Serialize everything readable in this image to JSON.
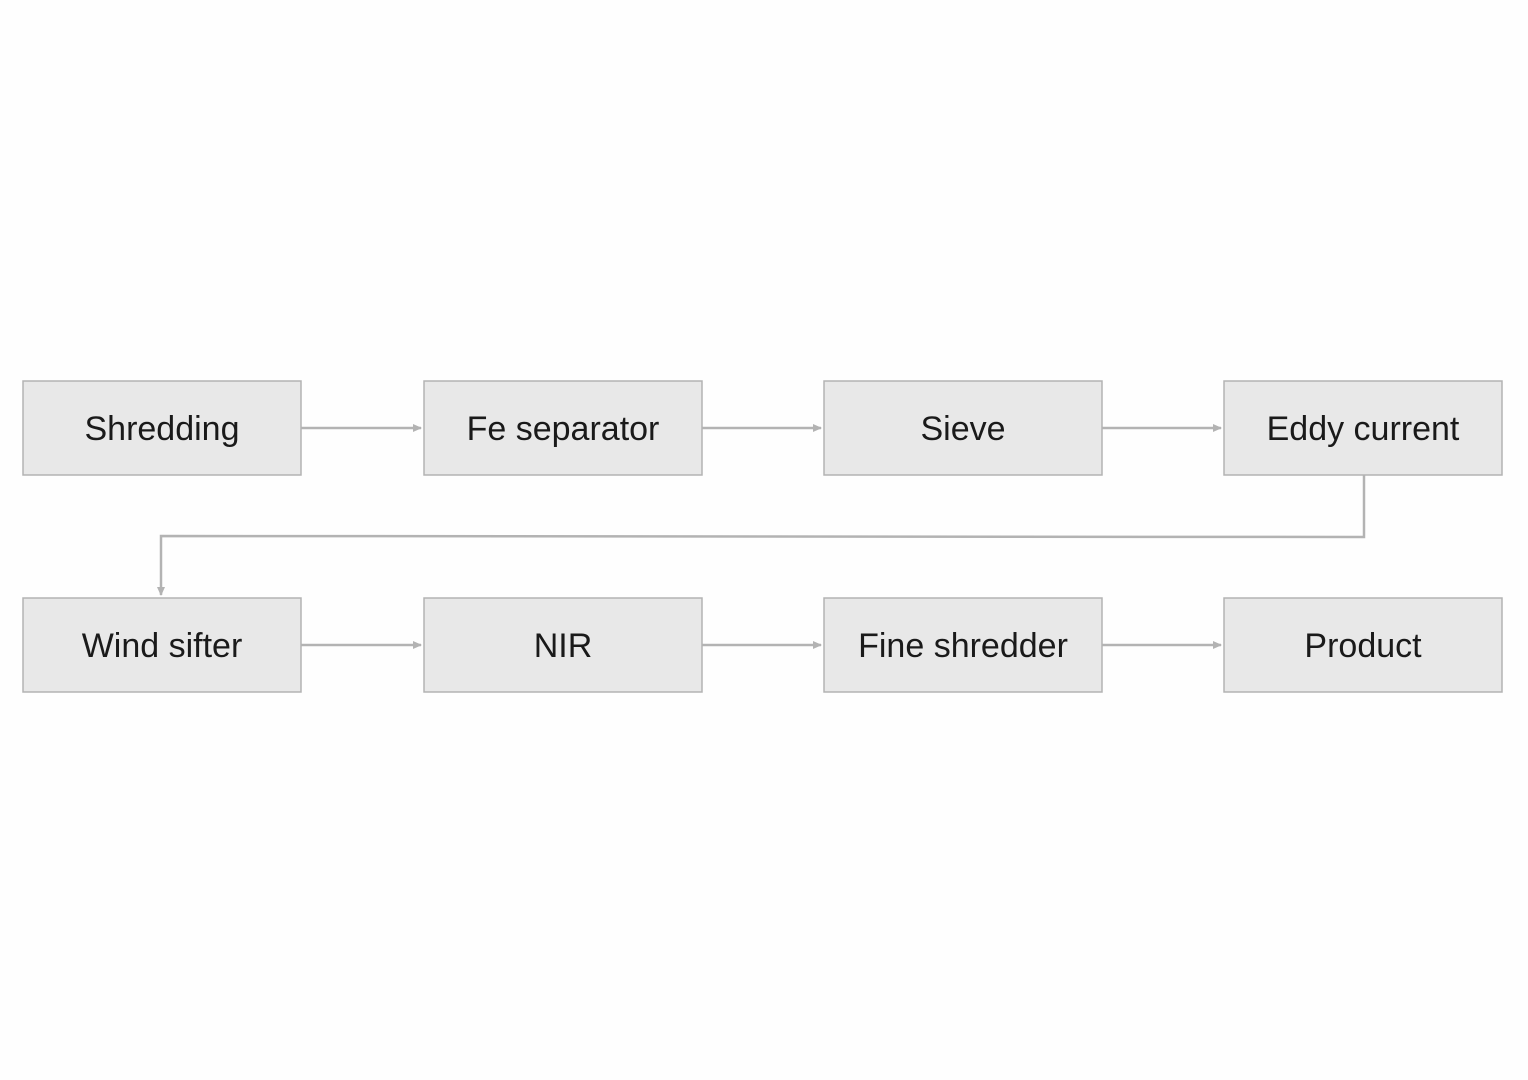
{
  "diagram": {
    "type": "flowchart",
    "colors": {
      "node_fill": "#e8e8e8",
      "node_border": "#b3b3b3",
      "edge": "#b3b3b3",
      "text": "#1a1a1a",
      "background": "#fefefe"
    },
    "nodes": [
      {
        "id": "shredding",
        "label": "Shredding"
      },
      {
        "id": "fe-separator",
        "label": "Fe separator"
      },
      {
        "id": "sieve",
        "label": "Sieve"
      },
      {
        "id": "eddy-current",
        "label": "Eddy current"
      },
      {
        "id": "wind-sifter",
        "label": "Wind sifter"
      },
      {
        "id": "nir",
        "label": "NIR"
      },
      {
        "id": "fine-shredder",
        "label": "Fine shredder"
      },
      {
        "id": "product",
        "label": "Product"
      }
    ],
    "edges": [
      {
        "from": "shredding",
        "to": "fe-separator"
      },
      {
        "from": "fe-separator",
        "to": "sieve"
      },
      {
        "from": "sieve",
        "to": "eddy-current"
      },
      {
        "from": "eddy-current",
        "to": "wind-sifter"
      },
      {
        "from": "wind-sifter",
        "to": "nir"
      },
      {
        "from": "nir",
        "to": "fine-shredder"
      },
      {
        "from": "fine-shredder",
        "to": "product"
      }
    ]
  }
}
